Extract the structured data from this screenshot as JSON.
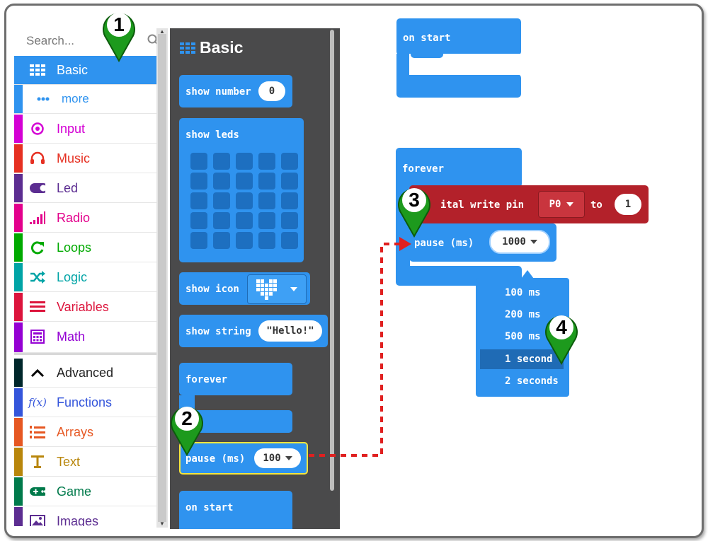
{
  "search": {
    "placeholder": "Search..."
  },
  "toolbox": {
    "categories": [
      {
        "label": "Basic",
        "color": "#1e90ff",
        "icon": "grid-icon"
      },
      {
        "label": "more",
        "color": "#1e90ff",
        "icon": "more-dots-icon"
      },
      {
        "label": "Input",
        "color": "#d400d4",
        "icon": "radio-target-icon"
      },
      {
        "label": "Music",
        "color": "#e63022",
        "icon": "headphones-icon"
      },
      {
        "label": "Led",
        "color": "#5c2d91",
        "icon": "toggle-icon"
      },
      {
        "label": "Radio",
        "color": "#e3008c",
        "icon": "signal-bars-icon"
      },
      {
        "label": "Loops",
        "color": "#00aa00",
        "icon": "loop-arrow-icon"
      },
      {
        "label": "Logic",
        "color": "#00a4a6",
        "icon": "shuffle-icon"
      },
      {
        "label": "Variables",
        "color": "#dc143c",
        "icon": "list-lines-icon"
      },
      {
        "label": "Math",
        "color": "#9400d3",
        "icon": "calculator-icon"
      },
      {
        "label": "Advanced",
        "color": "#00272b",
        "icon": "chevron-up-icon"
      },
      {
        "label": "Functions",
        "color": "#3455db",
        "icon": "function-icon"
      },
      {
        "label": "Arrays",
        "color": "#e65722",
        "icon": "ordered-list-icon"
      },
      {
        "label": "Text",
        "color": "#b8860b",
        "icon": "text-icon"
      },
      {
        "label": "Game",
        "color": "#007a4b",
        "icon": "gamepad-icon"
      },
      {
        "label": "Images",
        "color": "#5c2d91",
        "icon": "image-icon"
      }
    ]
  },
  "flyout": {
    "title": "Basic",
    "show_number": {
      "label": "show number",
      "value": "0"
    },
    "show_leds": {
      "label": "show leds"
    },
    "show_icon": {
      "label": "show icon",
      "icon": "heart-icon"
    },
    "show_string": {
      "label": "show string",
      "value": "\"Hello!\""
    },
    "forever": {
      "label": "forever"
    },
    "pause": {
      "label": "pause (ms)",
      "value": "100"
    },
    "on_start": {
      "label": "on start"
    }
  },
  "workspace": {
    "on_start": {
      "label": "on start"
    },
    "forever": {
      "label": "forever"
    },
    "digital_write": {
      "label_part": "ital write pin",
      "pin": "P0",
      "to_label": "to",
      "value": "1"
    },
    "pause": {
      "label": "pause (ms)",
      "value": "1000"
    },
    "dropdown": {
      "options": [
        "100 ms",
        "200 ms",
        "500 ms",
        "1 second",
        "2 seconds"
      ],
      "selected": "1 second"
    }
  },
  "markers": [
    "1",
    "2",
    "3",
    "4"
  ],
  "colors": {
    "block_blue": "#2f93ef",
    "pin_red": "#b3212a",
    "marker_green": "#1d9a1d",
    "flyout_bg": "#4a4a4b",
    "arrow_red": "#e02020"
  }
}
